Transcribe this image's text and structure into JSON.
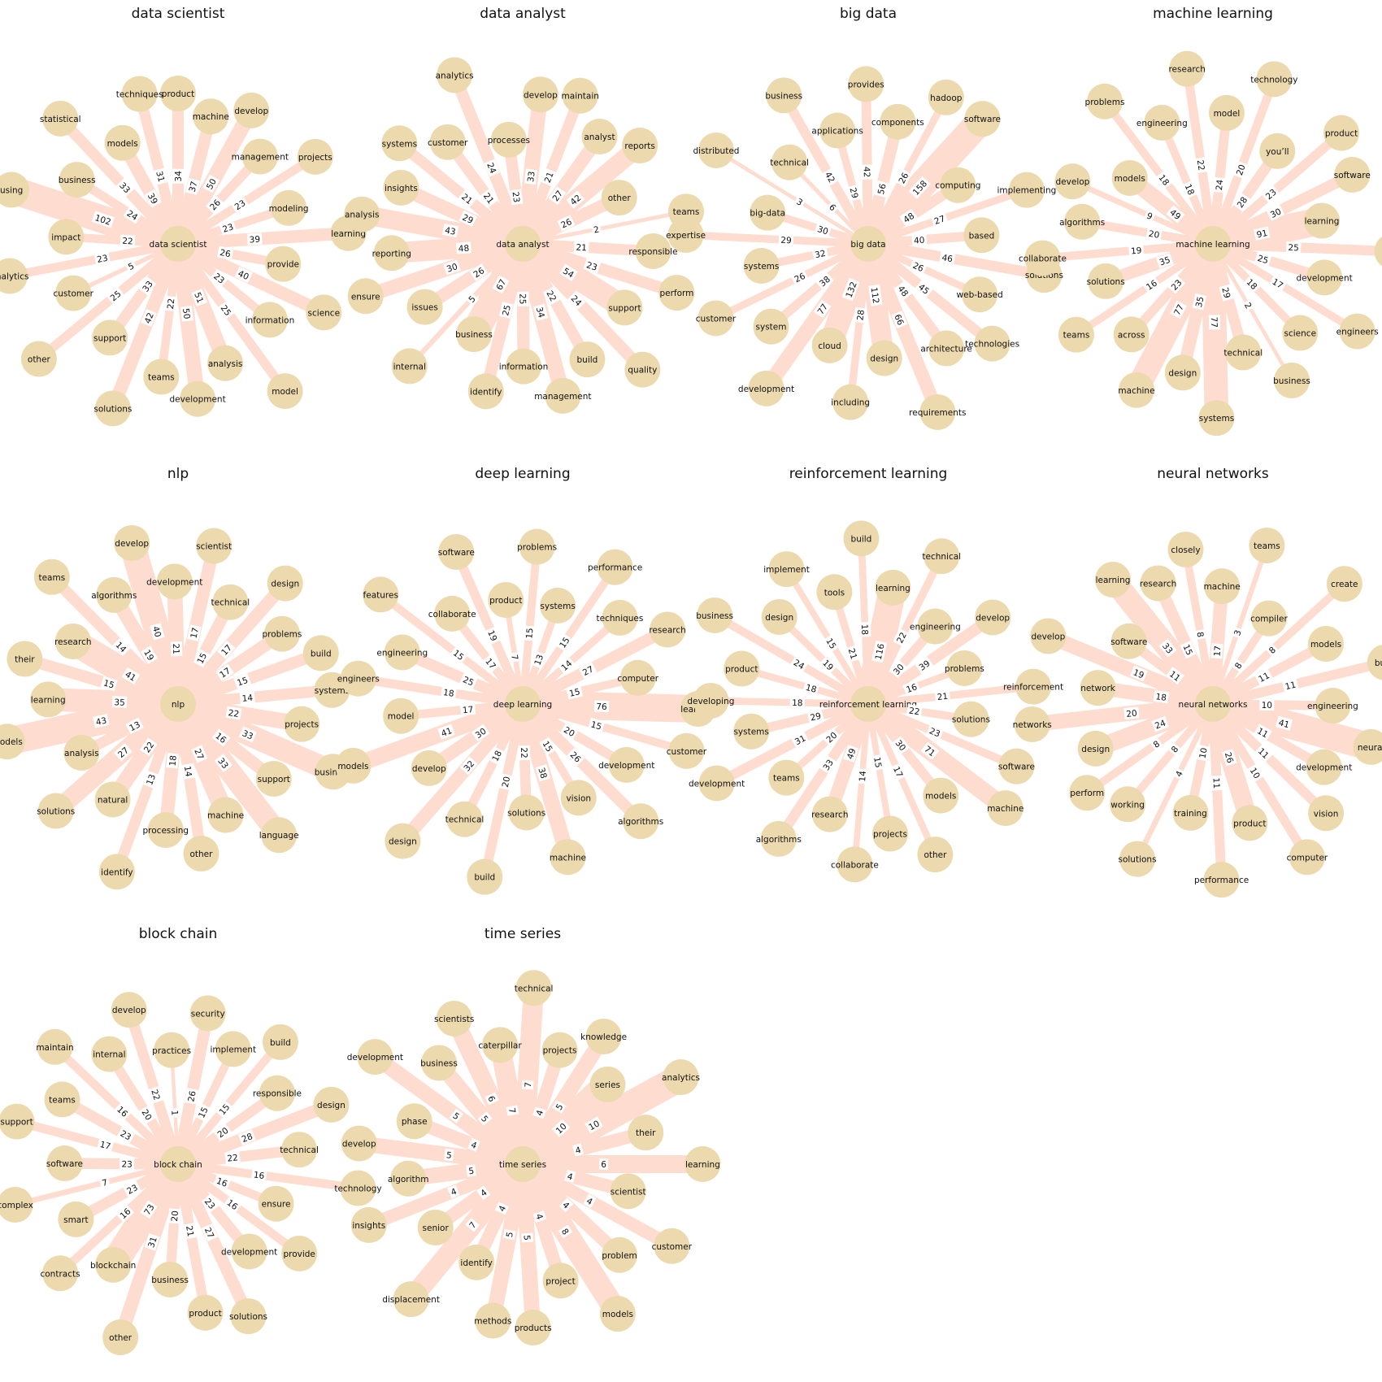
{
  "colors": {
    "node": "#ecd9ad",
    "edge": "#fedccf",
    "center_edge": "#ffcfbc",
    "text": "#111111",
    "background": "#ffffff"
  },
  "panels": [
    {
      "title": "data scientist",
      "center": "data scientist",
      "nodes": [
        [
          "product",
          34
        ],
        [
          "machine",
          37
        ],
        [
          "develop",
          50
        ],
        [
          "management",
          26
        ],
        [
          "projects",
          23
        ],
        [
          "modeling",
          23
        ],
        [
          "learning",
          39
        ],
        [
          "provide",
          26
        ],
        [
          "science",
          40
        ],
        [
          "information",
          23
        ],
        [
          "model",
          25
        ],
        [
          "analysis",
          51
        ],
        [
          "development",
          50
        ],
        [
          "teams",
          22
        ],
        [
          "solutions",
          42
        ],
        [
          "support",
          33
        ],
        [
          "other",
          25
        ],
        [
          "customer",
          5
        ],
        [
          "analytics",
          23
        ],
        [
          "impact",
          22
        ],
        [
          "using",
          102
        ],
        [
          "business",
          24
        ],
        [
          "statistical",
          33
        ],
        [
          "models",
          39
        ],
        [
          "techniques",
          31
        ]
      ]
    },
    {
      "title": "data analyst",
      "center": "data analyst",
      "nodes": [
        [
          "maintain",
          21
        ],
        [
          "analyst",
          27
        ],
        [
          "reports",
          42
        ],
        [
          "other",
          26
        ],
        [
          "teams",
          2
        ],
        [
          "responsible",
          21
        ],
        [
          "perform",
          23
        ],
        [
          "support",
          54
        ],
        [
          "quality",
          24
        ],
        [
          "build",
          22
        ],
        [
          "management",
          34
        ],
        [
          "information",
          25
        ],
        [
          "identify",
          25
        ],
        [
          "business",
          67
        ],
        [
          "internal",
          5
        ],
        [
          "issues",
          26
        ],
        [
          "ensure",
          30
        ],
        [
          "reporting",
          48
        ],
        [
          "analysis",
          43
        ],
        [
          "insights",
          29
        ],
        [
          "systems",
          21
        ],
        [
          "customer",
          21
        ],
        [
          "analytics",
          24
        ],
        [
          "processes",
          23
        ],
        [
          "develop",
          33
        ]
      ]
    },
    {
      "title": "big data",
      "center": "big data",
      "nodes": [
        [
          "software",
          158
        ],
        [
          "computing",
          48
        ],
        [
          "implementing",
          27
        ],
        [
          "based",
          40
        ],
        [
          "solutions",
          46
        ],
        [
          "web-based",
          26
        ],
        [
          "technologies",
          45
        ],
        [
          "architecture",
          48
        ],
        [
          "requirements",
          66
        ],
        [
          "design",
          112
        ],
        [
          "including",
          28
        ],
        [
          "cloud",
          132
        ],
        [
          "development",
          77
        ],
        [
          "system",
          38
        ],
        [
          "customer",
          26
        ],
        [
          "systems",
          32
        ],
        [
          "expertise",
          29
        ],
        [
          "big-data",
          30
        ],
        [
          "distributed",
          3
        ],
        [
          "technical",
          6
        ],
        [
          "business",
          42
        ],
        [
          "applications",
          29
        ],
        [
          "provides",
          42
        ],
        [
          "components",
          56
        ],
        [
          "hadoop",
          26
        ]
      ]
    },
    {
      "title": "machine learning",
      "center": "machine learning",
      "nodes": [
        [
          "software",
          30
        ],
        [
          "learning",
          91
        ],
        [
          "build",
          25
        ],
        [
          "development",
          25
        ],
        [
          "engineers",
          17
        ],
        [
          "science",
          18
        ],
        [
          "business",
          2
        ],
        [
          "technical",
          29
        ],
        [
          "systems",
          77
        ],
        [
          "design",
          35
        ],
        [
          "machine",
          77
        ],
        [
          "across",
          23
        ],
        [
          "teams",
          16
        ],
        [
          "solutions",
          35
        ],
        [
          "collaborate",
          19
        ],
        [
          "algorithms",
          20
        ],
        [
          "develop",
          9
        ],
        [
          "models",
          49
        ],
        [
          "problems",
          18
        ],
        [
          "engineering",
          18
        ],
        [
          "research",
          22
        ],
        [
          "model",
          24
        ],
        [
          "technology",
          20
        ],
        [
          "you’ll",
          28
        ],
        [
          "product",
          23
        ]
      ]
    },
    {
      "title": "nlp",
      "center": "nlp",
      "nodes": [
        [
          "systems",
          14
        ],
        [
          "projects",
          22
        ],
        [
          "business",
          33
        ],
        [
          "support",
          16
        ],
        [
          "language",
          33
        ],
        [
          "machine",
          27
        ],
        [
          "other",
          14
        ],
        [
          "processing",
          18
        ],
        [
          "identify",
          13
        ],
        [
          "natural",
          22
        ],
        [
          "solutions",
          27
        ],
        [
          "analysis",
          13
        ],
        [
          "models",
          43
        ],
        [
          "learning",
          35
        ],
        [
          "their",
          15
        ],
        [
          "research",
          41
        ],
        [
          "teams",
          14
        ],
        [
          "algorithms",
          19
        ],
        [
          "develop",
          40
        ],
        [
          "development",
          21
        ],
        [
          "scientist",
          17
        ],
        [
          "technical",
          15
        ],
        [
          "design",
          17
        ],
        [
          "problems",
          17
        ],
        [
          "build",
          15
        ]
      ]
    },
    {
      "title": "deep learning",
      "center": "deep learning",
      "nodes": [
        [
          "customer",
          15
        ],
        [
          "development",
          20
        ],
        [
          "algorithms",
          26
        ],
        [
          "vision",
          15
        ],
        [
          "machine",
          38
        ],
        [
          "solutions",
          22
        ],
        [
          "build",
          20
        ],
        [
          "technical",
          18
        ],
        [
          "design",
          32
        ],
        [
          "develop",
          30
        ],
        [
          "models",
          41
        ],
        [
          "model",
          17
        ],
        [
          "engineers",
          18
        ],
        [
          "engineering",
          25
        ],
        [
          "features",
          15
        ],
        [
          "collaborate",
          17
        ],
        [
          "software",
          19
        ],
        [
          "product",
          7
        ],
        [
          "problems",
          15
        ],
        [
          "systems",
          13
        ],
        [
          "performance",
          15
        ],
        [
          "techniques",
          14
        ],
        [
          "research",
          27
        ],
        [
          "computer",
          15
        ],
        [
          "learning",
          76
        ]
      ]
    },
    {
      "title": "reinforcement learning",
      "center": "reinforcement learning",
      "nodes": [
        [
          "machine",
          71
        ],
        [
          "models",
          30
        ],
        [
          "other",
          17
        ],
        [
          "projects",
          15
        ],
        [
          "collaborate",
          14
        ],
        [
          "research",
          49
        ],
        [
          "algorithms",
          33
        ],
        [
          "teams",
          20
        ],
        [
          "development",
          31
        ],
        [
          "systems",
          29
        ],
        [
          "developing",
          18
        ],
        [
          "product",
          18
        ],
        [
          "business",
          24
        ],
        [
          "design",
          19
        ],
        [
          "implement",
          15
        ],
        [
          "tools",
          21
        ],
        [
          "build",
          18
        ],
        [
          "learning",
          116
        ],
        [
          "technical",
          22
        ],
        [
          "engineering",
          30
        ],
        [
          "develop",
          39
        ],
        [
          "problems",
          16
        ],
        [
          "reinforcement",
          21
        ],
        [
          "solutions",
          22
        ],
        [
          "software",
          23
        ]
      ]
    },
    {
      "title": "neural networks",
      "center": "neural networks",
      "nodes": [
        [
          "computer",
          10
        ],
        [
          "product",
          26
        ],
        [
          "performance",
          11
        ],
        [
          "training",
          10
        ],
        [
          "solutions",
          4
        ],
        [
          "working",
          8
        ],
        [
          "perform",
          8
        ],
        [
          "design",
          24
        ],
        [
          "networks",
          20
        ],
        [
          "network",
          18
        ],
        [
          "develop",
          19
        ],
        [
          "software",
          11
        ],
        [
          "learning",
          33
        ],
        [
          "research",
          15
        ],
        [
          "closely",
          8
        ],
        [
          "machine",
          17
        ],
        [
          "teams",
          3
        ],
        [
          "compiler",
          8
        ],
        [
          "create",
          8
        ],
        [
          "models",
          11
        ],
        [
          "build",
          11
        ],
        [
          "engineering",
          10
        ],
        [
          "neural",
          41
        ],
        [
          "development",
          11
        ],
        [
          "vision",
          11
        ]
      ]
    },
    {
      "title": "block chain",
      "center": "block chain",
      "nodes": [
        [
          "product",
          21
        ],
        [
          "business",
          20
        ],
        [
          "other",
          31
        ],
        [
          "blockchain",
          73
        ],
        [
          "contracts",
          16
        ],
        [
          "smart",
          23
        ],
        [
          "complex",
          7
        ],
        [
          "software",
          23
        ],
        [
          "support",
          17
        ],
        [
          "teams",
          23
        ],
        [
          "maintain",
          16
        ],
        [
          "internal",
          20
        ],
        [
          "develop",
          22
        ],
        [
          "practices",
          1
        ],
        [
          "security",
          26
        ],
        [
          "implement",
          15
        ],
        [
          "build",
          15
        ],
        [
          "responsible",
          20
        ],
        [
          "design",
          28
        ],
        [
          "technical",
          22
        ],
        [
          "technology",
          16
        ],
        [
          "ensure",
          16
        ],
        [
          "provide",
          16
        ],
        [
          "development",
          23
        ],
        [
          "solutions",
          27
        ]
      ]
    },
    {
      "title": "time series",
      "center": "time series",
      "nodes": [
        [
          "methods",
          5
        ],
        [
          "identify",
          4
        ],
        [
          "displacement",
          7
        ],
        [
          "senior",
          4
        ],
        [
          "insights",
          4
        ],
        [
          "algorithm",
          5
        ],
        [
          "develop",
          5
        ],
        [
          "phase",
          4
        ],
        [
          "development",
          5
        ],
        [
          "business",
          5
        ],
        [
          "scientists",
          6
        ],
        [
          "caterpillar",
          7
        ],
        [
          "technical",
          7
        ],
        [
          "projects",
          4
        ],
        [
          "knowledge",
          5
        ],
        [
          "series",
          10
        ],
        [
          "analytics",
          10
        ],
        [
          "their",
          4
        ],
        [
          "learning",
          6
        ],
        [
          "scientist",
          4
        ],
        [
          "customer",
          4
        ],
        [
          "problem",
          4
        ],
        [
          "models",
          8
        ],
        [
          "project",
          4
        ],
        [
          "products",
          5
        ]
      ]
    }
  ]
}
